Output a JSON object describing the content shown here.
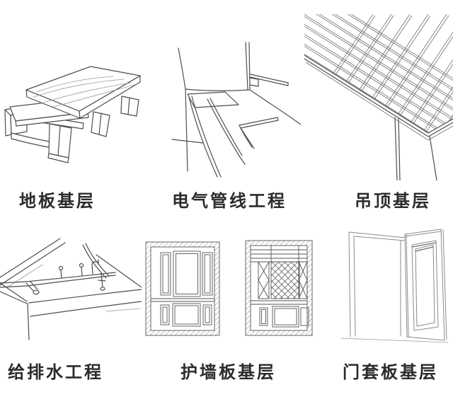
{
  "colors": {
    "background": "#ffffff",
    "ink": "#4d4d4d",
    "label_text": "#2b2b2b"
  },
  "grid": {
    "rows": 2,
    "columns": 3,
    "items": [
      {
        "label": "地板基层",
        "illustration": "wood-floor-base-platform-sketch"
      },
      {
        "label": "电气管线工程",
        "illustration": "room-corner-electrical-conduit-sketch"
      },
      {
        "label": "吊顶基层",
        "illustration": "suspended-ceiling-frame-sketch"
      },
      {
        "label": "给排水工程",
        "illustration": "water-supply-drainage-pipes-sketch"
      },
      {
        "label": "护墙板基层",
        "illustration": "wall-panel-elevation-sketch"
      },
      {
        "label": "门套板基层",
        "illustration": "door-casing-open-door-sketch"
      }
    ]
  }
}
